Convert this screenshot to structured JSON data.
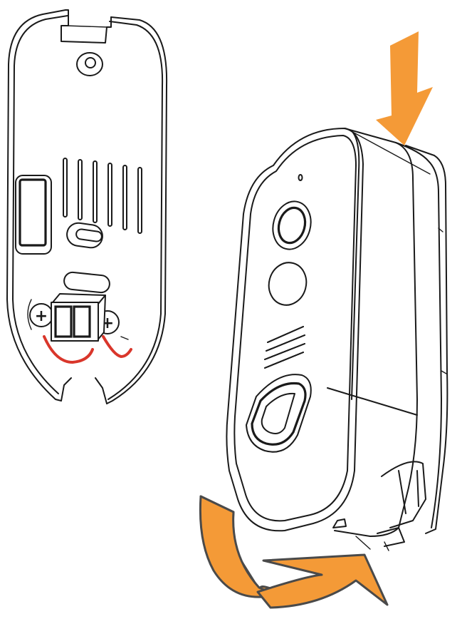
{
  "figure": {
    "type": "line-art installation illustration",
    "subject": "video doorbell mounting onto wall bracket",
    "components": [
      {
        "name": "mounting-bracket",
        "features": [
          "top hook tab",
          "top screw hole",
          "side rectangular window",
          "6 vertical vent slots",
          "oval center slot",
          "lower oval slot",
          "2-slot wire terminal block",
          "2 terminal screws (+)"
        ]
      },
      {
        "name": "doorbell-unit",
        "features": [
          "indicator pinhole",
          "camera lens",
          "PIR sensor",
          "speaker grille (4 slots)",
          "call button"
        ]
      }
    ],
    "annotations": {
      "push_arrow": {
        "direction": "down",
        "meaning": "slide doorbell down onto bracket"
      },
      "rotate_arrow": {
        "direction": "curved clockwise",
        "meaning": "rotate/clip bottom into place"
      },
      "terminal_symbols": [
        "+",
        "+"
      ]
    },
    "colors": {
      "arrow_fill": "#F49A37",
      "arrow_stroke": "#4a4a4a",
      "wire": "#d9362b",
      "line": "#1a1a1a",
      "background": "#ffffff"
    }
  }
}
